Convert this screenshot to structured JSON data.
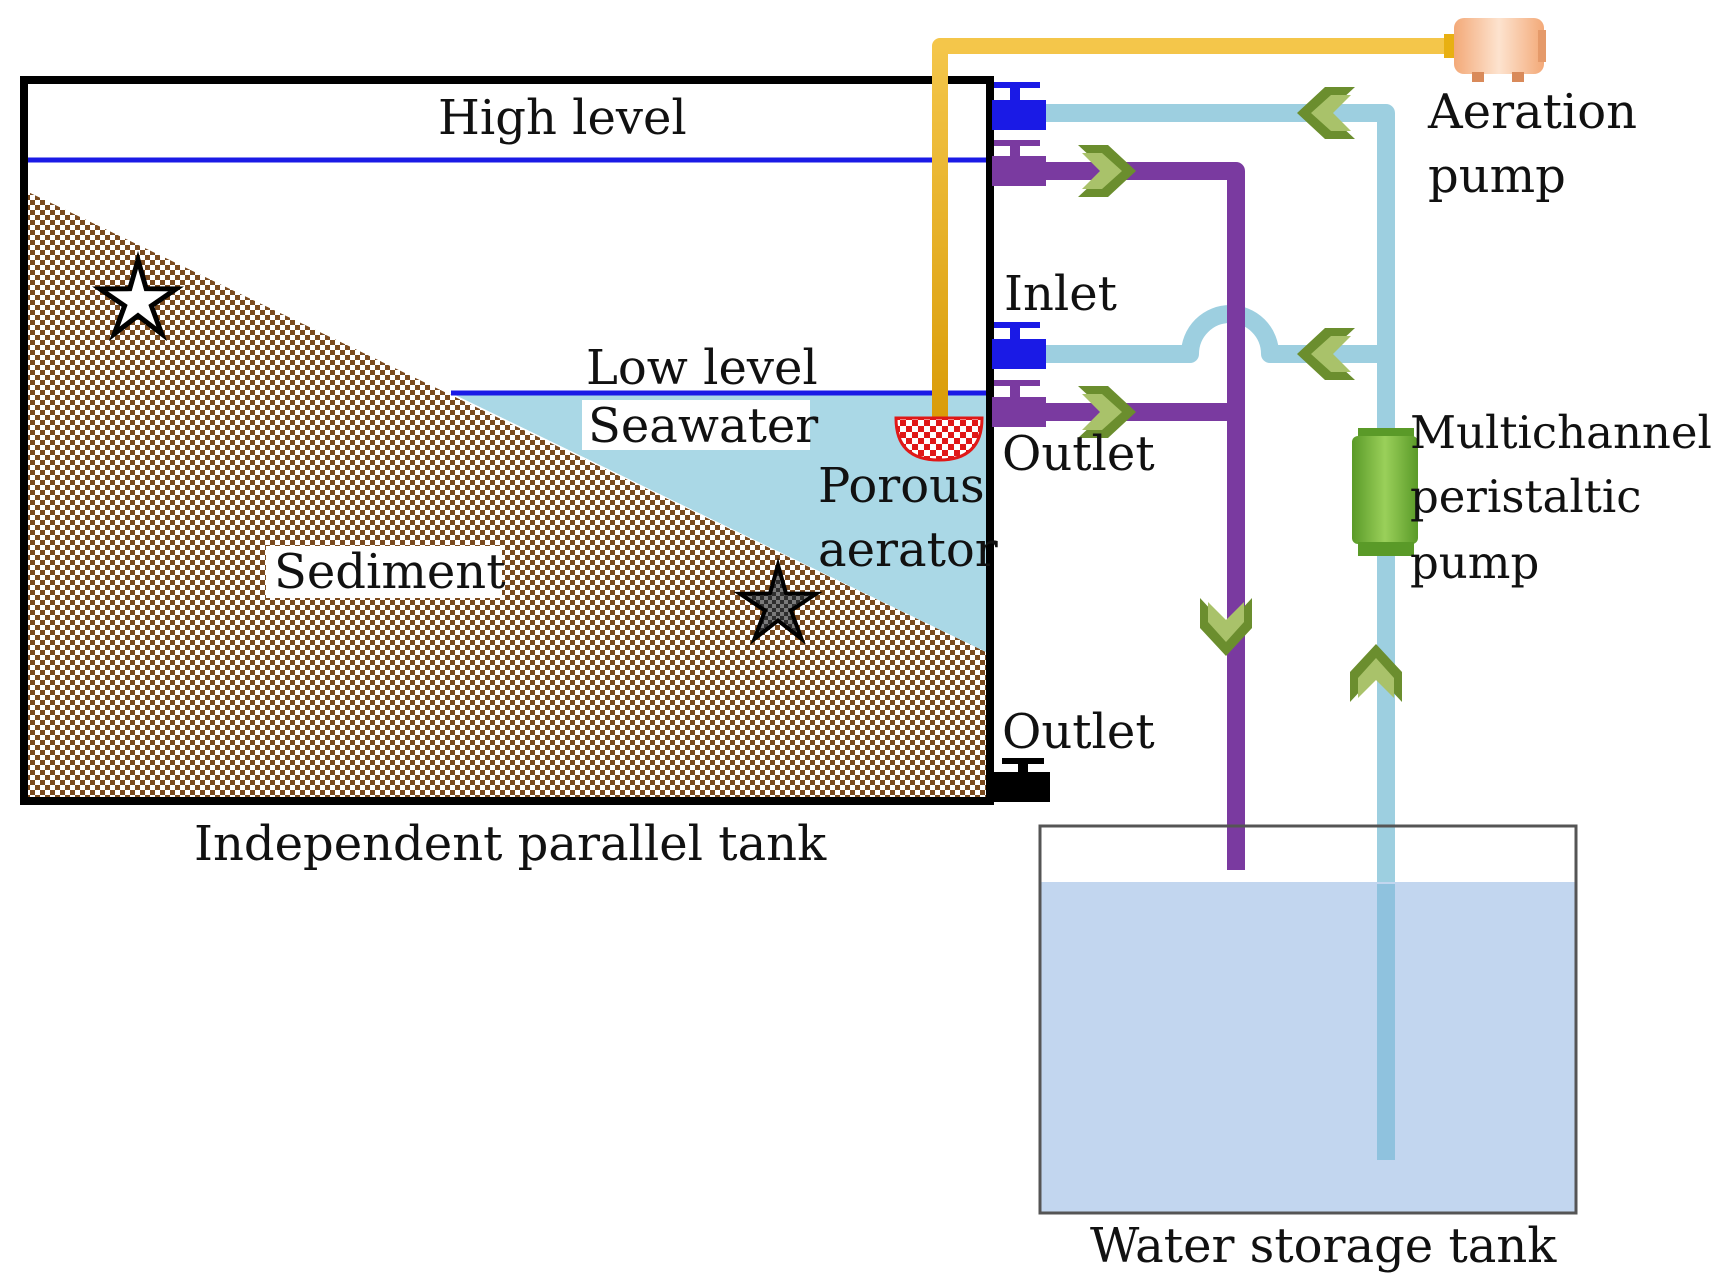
{
  "labels": {
    "high_level": "High level",
    "low_level": "Low level",
    "seawater": "Seawater",
    "sediment": "Sediment",
    "porous_aerator_line1": "Porous",
    "porous_aerator_line2": "aerator",
    "inlet": "Inlet",
    "outlet_upper": "Outlet",
    "outlet_bottom": "Outlet",
    "aeration_pump_line1": "Aeration",
    "aeration_pump_line2": "pump",
    "peristaltic_line1": "Multichannel",
    "peristaltic_line2": "peristaltic",
    "peristaltic_line3": "pump",
    "independent_tank": "Independent parallel tank",
    "storage_tank": "Water storage tank"
  },
  "colors": {
    "tank_outline": "#000000",
    "water_level_line": "#1a1ae6",
    "seawater_fill": "#aad8e6",
    "sediment_base": "#ffffff",
    "sediment_dot": "#7a4a1e",
    "air_pipe": "#e8b012",
    "inlet_pipe": "#9dcfe0",
    "outlet_pipe": "#7a3aa0",
    "valve_blue": "#1a1ae6",
    "valve_purple": "#7a3aa0",
    "valve_black": "#000000",
    "flow_arrow": "#6b8e2e",
    "storage_water": "#c2d6ef",
    "storage_outline": "#555555",
    "pump_green": "#78b43a",
    "aeration_pump_body": "#f6c29a",
    "aerator_red": "#e01818"
  },
  "icons": {
    "star_open": "star-outline-icon",
    "star_filled": "star-filled-icon",
    "chevron": "chevron-arrow-icon"
  }
}
